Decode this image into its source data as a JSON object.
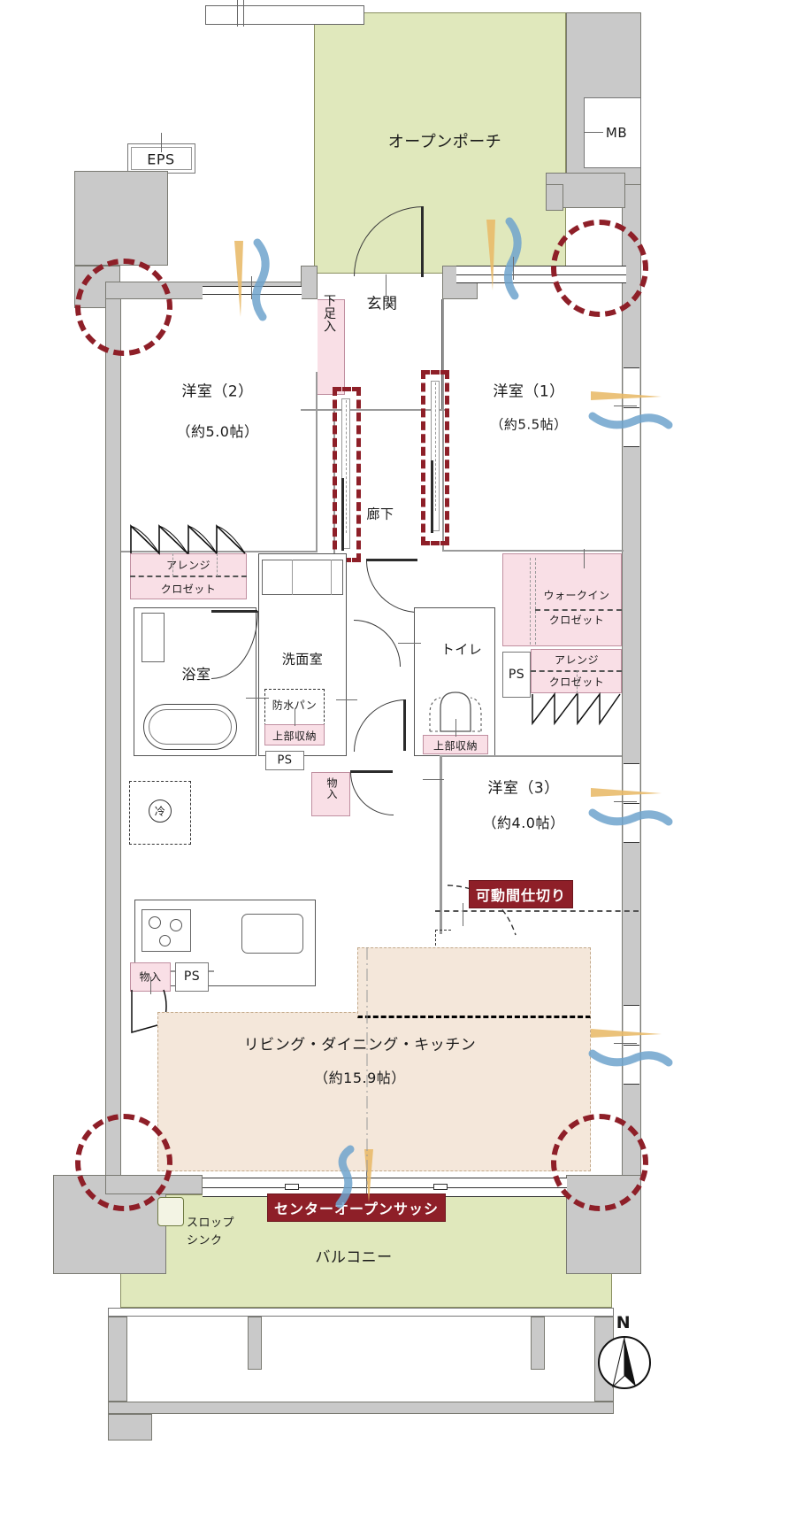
{
  "plan": {
    "title": "マンション間取り図",
    "compass": {
      "label": "N",
      "name": "north-arrow"
    },
    "colors": {
      "outdoor_green": "#e0e8bc",
      "wall_gray": "#c9c9c9",
      "closet_pink": "#f9dfe6",
      "ldk_beige": "#f4e7da",
      "highlight_red": "#8e1f28",
      "airflow_warm": "#e8b968",
      "airflow_cool": "#6fa3cc"
    }
  },
  "rooms": [
    {
      "id": "open-porch",
      "name": "オープンポーチ",
      "area": ""
    },
    {
      "id": "mb",
      "name": "MB",
      "area": ""
    },
    {
      "id": "eps",
      "name": "EPS",
      "area": ""
    },
    {
      "id": "genkan",
      "name": "玄関",
      "area": ""
    },
    {
      "id": "getabako",
      "name": "下足入",
      "area": ""
    },
    {
      "id": "western-2",
      "name": "洋室（2）",
      "area": "（約5.0帖）"
    },
    {
      "id": "western-1",
      "name": "洋室（1）",
      "area": "（約5.5帖）"
    },
    {
      "id": "western-3",
      "name": "洋室（3）",
      "area": "（約4.0帖）"
    },
    {
      "id": "corridor",
      "name": "廊下",
      "area": ""
    },
    {
      "id": "toilet",
      "name": "トイレ",
      "area": ""
    },
    {
      "id": "bath",
      "name": "浴室",
      "area": ""
    },
    {
      "id": "washroom",
      "name": "洗面室",
      "area": ""
    },
    {
      "id": "ldk",
      "name": "リビング・ダイニング・キッチン",
      "area": "（約15.9帖）"
    },
    {
      "id": "balcony",
      "name": "バルコニー",
      "area": ""
    }
  ],
  "storage": [
    {
      "id": "arrange-closet-left",
      "line1": "アレンジ",
      "line2": "クロゼット"
    },
    {
      "id": "arrange-closet-right",
      "line1": "アレンジ",
      "line2": "クロゼット"
    },
    {
      "id": "walk-in-closet",
      "line1": "ウォークイン",
      "line2": "クロゼット"
    },
    {
      "id": "toilet-upper-storage",
      "line1": "上部収納",
      "line2": ""
    },
    {
      "id": "wash-upper-storage",
      "line1": "上部収納",
      "line2": ""
    },
    {
      "id": "waterproof-pan",
      "line1": "防水パン",
      "line2": ""
    },
    {
      "id": "monoire-hall",
      "line1": "物入",
      "line2": ""
    },
    {
      "id": "monoire-kitchen",
      "line1": "物入",
      "line2": ""
    }
  ],
  "shafts": [
    {
      "id": "ps-wash",
      "name": "PS"
    },
    {
      "id": "ps-toilet",
      "name": "PS"
    },
    {
      "id": "ps-kitchen",
      "name": "PS"
    }
  ],
  "fixtures": [
    {
      "id": "refrigerator",
      "name": "冷"
    },
    {
      "id": "slop-sink",
      "line1": "スロップ",
      "line2": "シンク"
    }
  ],
  "highlights": [
    {
      "id": "movable-partition",
      "label": "可動間仕切り"
    },
    {
      "id": "center-open-sash",
      "label": "センターオープンサッシ"
    }
  ]
}
